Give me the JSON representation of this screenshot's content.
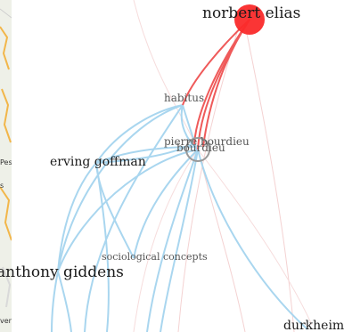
{
  "colors": {
    "blue": "#a9d6ef",
    "red": "#ef5a5a",
    "red_node": "#fa2a2a",
    "faint": "#f4d2d2",
    "grey": "#999999"
  },
  "map_strip": {
    "labels": [
      "Pes",
      "s",
      "ven"
    ]
  },
  "nodes": {
    "norbert_elias": "norbert elias",
    "habitus": "habitus",
    "pierre_bourdieu": "pierre bourdieu",
    "bourdieu": "bourdieu",
    "erving_goffman": "erving goffman",
    "sociological_concepts": "sociological concepts",
    "anthony_giddens": "anthony giddens",
    "durkheim": "durkheim"
  }
}
